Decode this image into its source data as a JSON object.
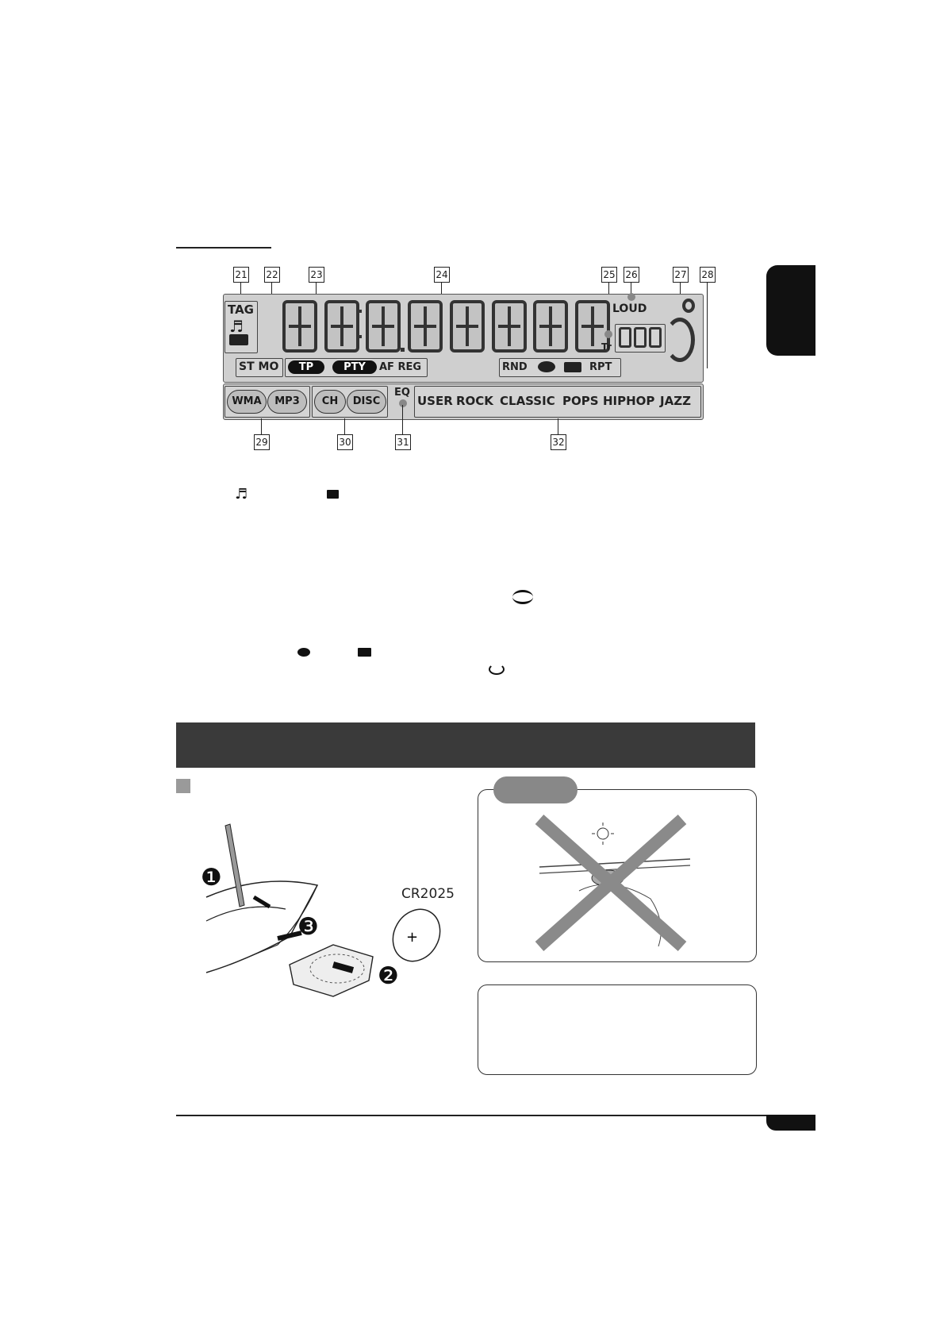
{
  "callouts": {
    "c21": "21",
    "c22": "22",
    "c23": "23",
    "c24": "24",
    "c25": "25",
    "c26": "26",
    "c27": "27",
    "c28": "28",
    "c29": "29",
    "c30": "30",
    "c31": "31",
    "c32": "32"
  },
  "lcd": {
    "tag": "TAG",
    "st_mo": "ST MO",
    "tp": "TP",
    "pty": "PTY",
    "af_reg": "AF REG",
    "loud": "LOUD",
    "tr": "Tr",
    "rnd": "RND",
    "rpt": "RPT",
    "wma": "WMA",
    "mp3": "MP3",
    "ch": "CH",
    "disc": "DISC",
    "eq": "EQ",
    "eq_modes": [
      "USER",
      "ROCK",
      "CLASSIC",
      "POPS",
      "HIPHOP",
      "JAZZ"
    ]
  },
  "battery": {
    "label": "CR2025",
    "steps": [
      "❶",
      "❷",
      "❸"
    ]
  }
}
